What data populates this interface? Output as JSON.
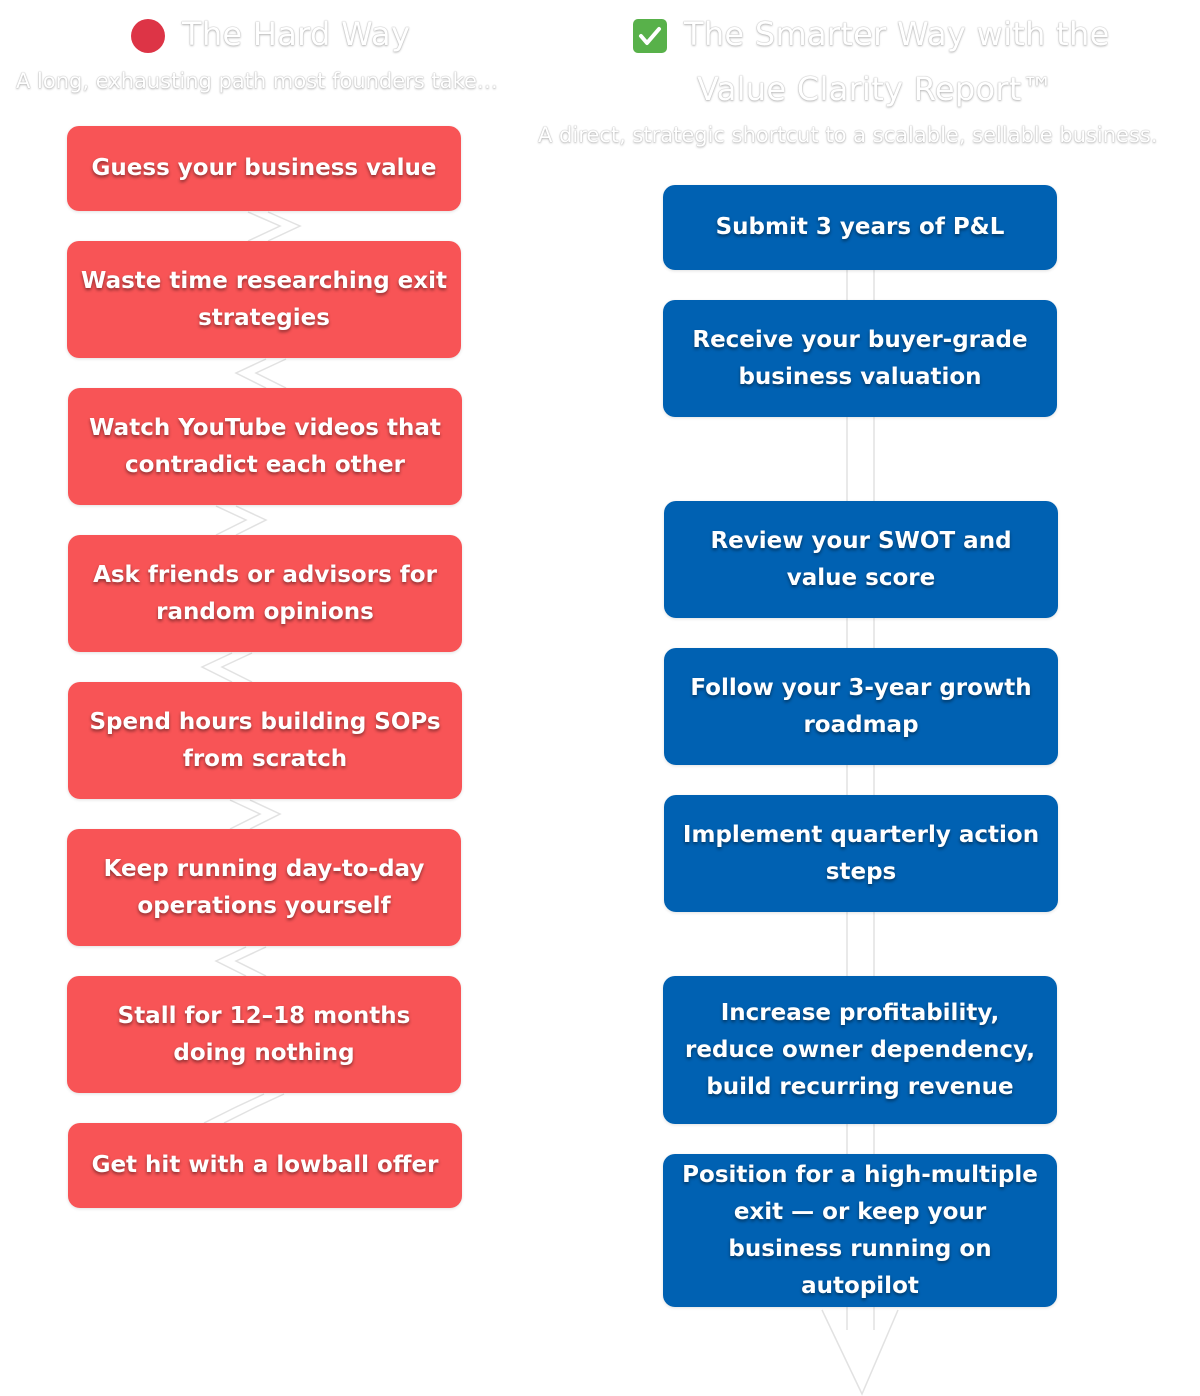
{
  "colors": {
    "hard_box": "#f85456",
    "smart_box": "#0061b2",
    "red_icon": "#dd3446",
    "check_icon": "#58b14a"
  },
  "hard_way": {
    "icon": "red-circle-icon",
    "title": "The Hard Way",
    "subtitle": "A long, exhausting path most founders take…",
    "steps": [
      "Guess your business value",
      "Waste time researching exit strategies",
      "Watch YouTube videos that contradict each other",
      "Ask friends or advisors for random opinions",
      "Spend hours building SOPs from scratch",
      "Keep running day-to-day operations yourself",
      "Stall for 12–18 months doing nothing",
      "Get hit with a lowball offer"
    ]
  },
  "smart_way": {
    "icon": "check-mark-icon",
    "title_line1": "The Smarter Way with the",
    "title_line2": "Value Clarity Report™",
    "subtitle": "A direct, strategic shortcut to a scalable, sellable business.",
    "steps": [
      "Submit 3 years of P&L",
      "Receive your buyer-grade business valuation",
      "Review your SWOT and value score",
      "Follow your 3-year growth roadmap",
      "Implement quarterly action steps",
      "Increase profitability, reduce owner dependency, build recurring revenue",
      "Position for a high-multiple exit — or keep your business running on autopilot"
    ]
  }
}
